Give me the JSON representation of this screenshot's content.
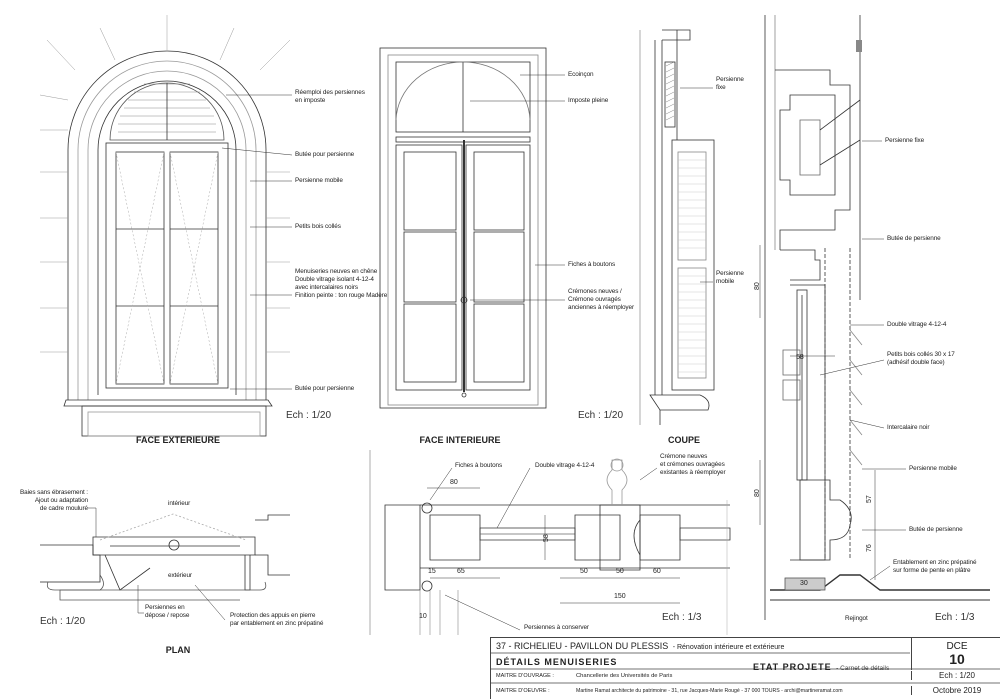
{
  "title_block": {
    "project": "37 - RICHELIEU - PAVILLON DU PLESSIS",
    "project_subtitle": "Rénovation intérieure et extérieure",
    "sheet_title": "DÉTAILS MENUISERIES",
    "state": "ETAT PROJETE",
    "state_suffix": "- Carnet de détails",
    "owner_label": "MAITRE D'OUVRAGE :",
    "owner": "Chancellerie des Universités de Paris",
    "architect_label": "MAITRE D'OEUVRE :",
    "architect": "Martine Ramat architecte du patrimoine - 31, rue Jacques-Marie Rougé - 37 000 TOURS - archi@martineramat.com",
    "phase": "DCE",
    "sheet_number": "10",
    "scale": "Ech : 1/20",
    "date": "Octobre 2019"
  },
  "face_exterieure": {
    "title": "FACE EXTERIEURE",
    "scale": "Ech : 1/20",
    "notes": {
      "reemploi_1": "Réemploi des persiennes",
      "reemploi_2": "en imposte",
      "butee_top": "Butée pour persienne",
      "persienne_mobile": "Persienne mobile",
      "petits_bois": "Petits bois collés",
      "menuiseries_1": "Menuiseries neuves en chêne",
      "menuiseries_2": "Double vitrage isolant 4-12-4",
      "menuiseries_3": "avec intercalaires noirs",
      "menuiseries_4": "Finition peinte : ton rouge Madère",
      "butee_bottom": "Butée pour persienne"
    }
  },
  "face_interieure": {
    "title": "FACE INTERIEURE",
    "scale": "Ech : 1/20",
    "notes": {
      "ecoincon": "Ecoinçon",
      "imposte": "Imposte pleine",
      "fiches": "Fiches à boutons",
      "cremones_1": "Crémones neuves /",
      "cremones_2": "Crémone ouvragés",
      "cremones_3": "anciennes à réemployer"
    }
  },
  "coupe": {
    "title": "COUPE",
    "notes": {
      "persienne_fixe_1": "Persienne",
      "persienne_fixe_2": "fixe",
      "persienne_mobile_1": "Persienne",
      "persienne_mobile_2": "mobile"
    }
  },
  "coupe_detail": {
    "scale": "Ech : 1/3",
    "notes": {
      "persienne_fixe": "Persienne fixe",
      "butee_1": "Butée de persienne",
      "double_vitrage": "Double vitrage 4-12-4",
      "petits_bois_1": "Petits bois collés 30 x 17",
      "petits_bois_2": "(adhésif double face)",
      "intercalaire": "Intercalaire noir",
      "persienne_mobile": "Persienne mobile",
      "butee_2": "Butée de persienne",
      "entablement_1": "Entablement en zinc prépatiné",
      "entablement_2": "sur forme de pente en plâtre",
      "rejingot": "Rejingot"
    },
    "dims": {
      "d80a": "80",
      "d58": "58",
      "d80b": "80",
      "d57": "57",
      "d76": "76",
      "d30": "30"
    }
  },
  "plan_detail": {
    "scale": "Ech : 1/3",
    "notes": {
      "fiches": "Fiches à boutons",
      "double_vitrage": "Double vitrage 4-12-4",
      "cremone_1": "Crémone neuves",
      "cremone_2": "et crémones ouvragées",
      "cremone_3": "existantes à réemployer",
      "persiennes": "Persiennes à conserver"
    },
    "dims": {
      "d80": "80",
      "d58": "58",
      "d15": "15",
      "d65": "65",
      "d50a": "50",
      "d50b": "50",
      "d60": "60",
      "d150": "150",
      "d10": "10"
    }
  },
  "plan": {
    "title": "PLAN",
    "scale": "Ech : 1/20",
    "notes": {
      "baies_1": "Baies sans ébrasement :",
      "baies_2": "Ajout ou adaptation",
      "baies_3": "de cadre mouluré",
      "interieur": "intérieur",
      "exterieur": "extérieur",
      "persiennes_1": "Persiennes en",
      "persiennes_2": "dépose / repose",
      "protection_1": "Protection des appuis en pierre",
      "protection_2": "par entablement en zinc prépatiné"
    }
  }
}
